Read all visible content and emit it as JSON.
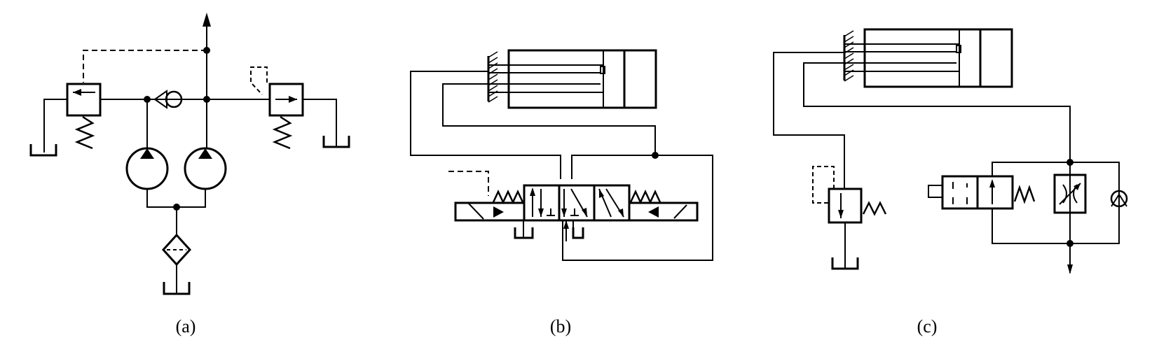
{
  "captions": {
    "a": "(a)",
    "b": "(b)",
    "c": "(c)"
  },
  "colors": {
    "line": "#000000",
    "background": "#ffffff"
  }
}
